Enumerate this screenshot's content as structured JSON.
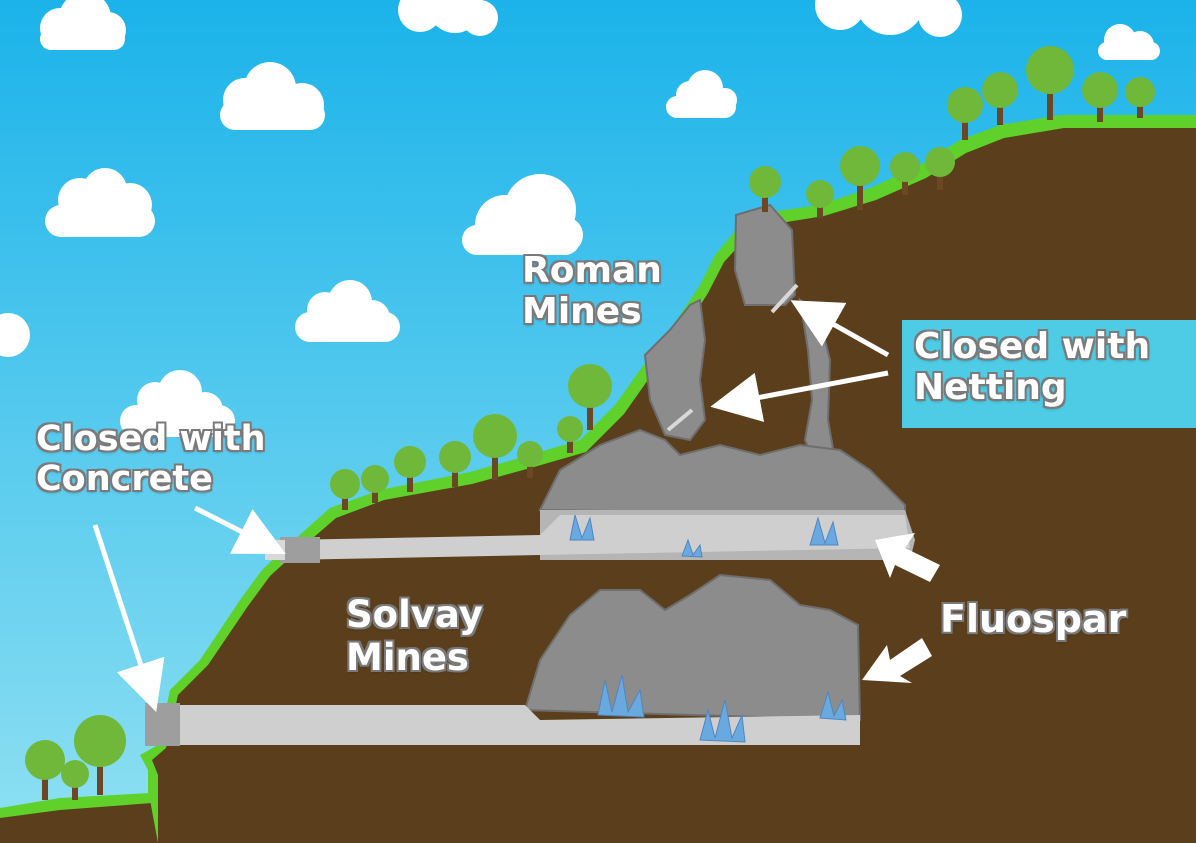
{
  "labels": {
    "roman_line1": "Roman",
    "roman_line2": "Mines",
    "solvay_line1": "Solvay",
    "solvay_line2": "Mines",
    "concrete_line1": "Closed with",
    "concrete_line2": "Concrete",
    "netting_line1": "Closed with",
    "netting_line2": "Netting",
    "fluospar": "Fluospar"
  },
  "colors": {
    "sky_top": "#1bb3ea",
    "sky_bottom": "#7fd8ef",
    "earth": "#5b3f1c",
    "grass": "#5fd12a",
    "rock": "#8a8a8a",
    "tunnel_floor": "#c9c9c9",
    "crystal": "#6aa9e0",
    "netting_box": "#4ecbe5"
  }
}
